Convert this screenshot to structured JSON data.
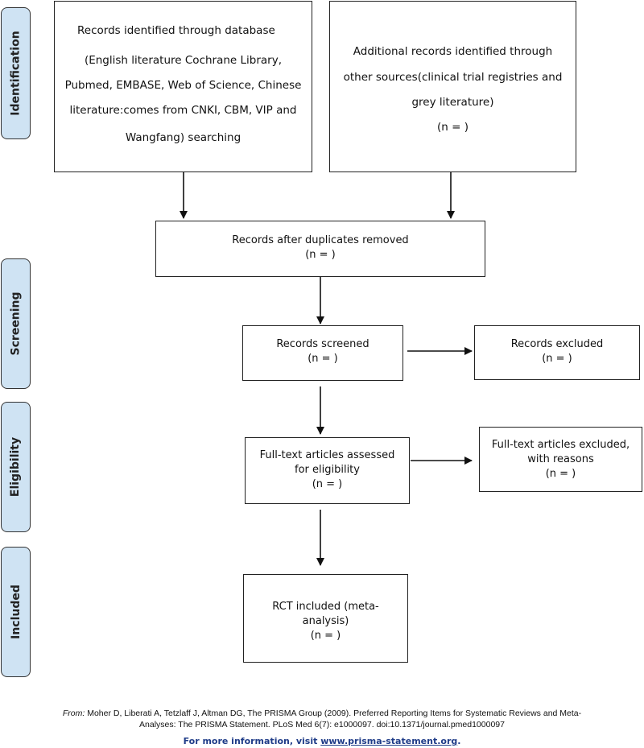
{
  "stages": {
    "identification": "Identification",
    "screening": "Screening",
    "eligibility": "Eligibility",
    "included": "Included"
  },
  "boxes": {
    "database": {
      "line1": "Records identified through database",
      "line2": "(English literature Cochrane Library,",
      "line3": "Pubmed, EMBASE, Web of Science, Chinese",
      "line4": "literature:comes from CNKI, CBM, VIP and",
      "line5": "Wangfang)   searching"
    },
    "additional": {
      "line1": "Additional records identified through",
      "line2": "other sources(clinical trial registries and",
      "line3": "grey literature)",
      "line4": "(n =   )"
    },
    "duplicates": {
      "line1": "Records after duplicates removed",
      "line2": "(n =   )"
    },
    "screened": {
      "line1": "Records screened",
      "line2": "(n =   )"
    },
    "excluded": {
      "line1": "Records excluded",
      "line2": "(n =   )"
    },
    "fulltext": {
      "line1": "Full-text articles assessed",
      "line2": "for eligibility",
      "line3": "(n =   )"
    },
    "fulltext_excluded": {
      "line1": "Full-text articles excluded,",
      "line2": "with reasons",
      "line3": "(n =   )"
    },
    "included": {
      "line1": "RCT included (meta-",
      "line2": "analysis)",
      "line3": "(n =   )"
    }
  },
  "footer": {
    "from_label": "From:",
    "citation_line1": "Moher D, Liberati A, Tetzlaff J, Altman DG, The PRISMA Group (2009). Preferred Reporting Items for Systematic Reviews and Meta-",
    "citation_line2": "Analyses: The PRISMA Statement. PLoS Med 6(7): e1000097. doi:10.1371/journal.pmed1000097",
    "more_info": "For more information, visit",
    "link": "www.prisma-statement.org",
    "period": "."
  }
}
